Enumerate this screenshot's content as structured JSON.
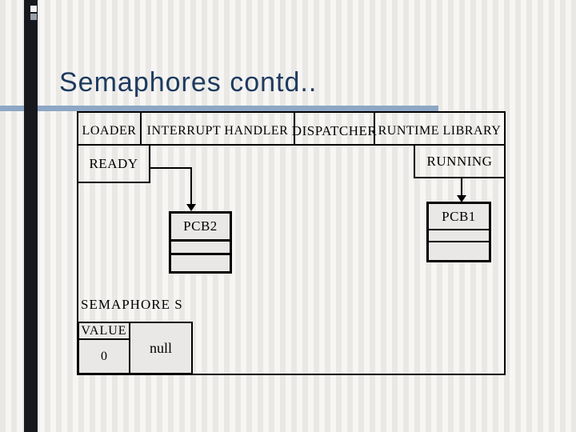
{
  "slide": {
    "title": "Semaphores contd.."
  },
  "colors": {
    "title_color": "#1d3a5e",
    "rule_color": "#8da7c5",
    "bar_color": "#18181f"
  },
  "diagram": {
    "header": [
      "LOADER",
      "INTERRUPT HANDLER",
      "DISPATCHER",
      "RUNTIME LIBRARY"
    ],
    "ready_label": "READY",
    "running_label": "RUNNING",
    "pcb2_label": "PCB2",
    "pcb1_label": "PCB1",
    "semaphore_title": "SEMAPHORE S",
    "value_header": "VALUE",
    "semaphore_value": "0",
    "queue_value": "null"
  }
}
